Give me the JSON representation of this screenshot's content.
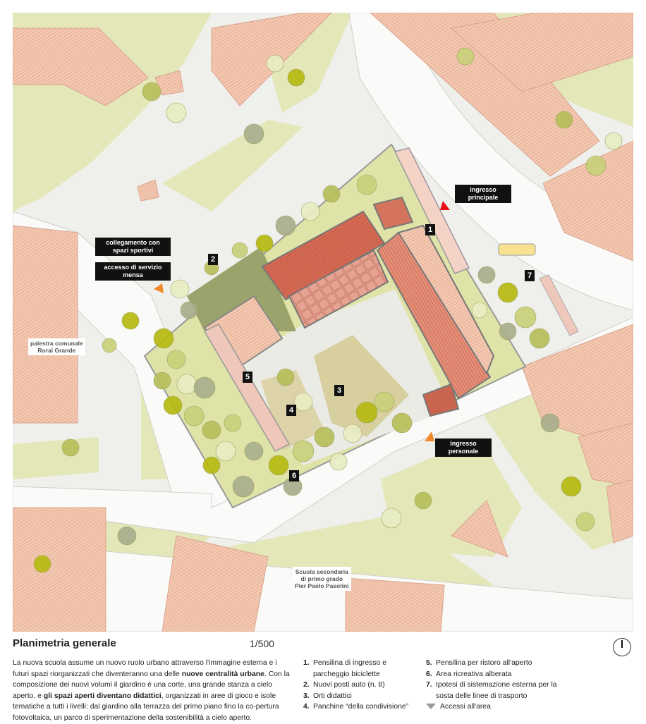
{
  "map": {
    "labels": {
      "ingresso_principale": [
        "ingresso",
        "principale"
      ],
      "collegamento": [
        "collegamento con",
        "spazi sportivi"
      ],
      "accesso_servizio": [
        "accesso di servizio",
        "mensa"
      ],
      "ingresso_personale": [
        "ingresso",
        "personale"
      ],
      "palestra": [
        "palestra comunale",
        "Rorai Grande"
      ],
      "scuola": [
        "Scuola secondaria",
        "di primo grado",
        "Pier Paolo Pasolini"
      ]
    },
    "markers": [
      "1",
      "2",
      "3",
      "4",
      "5",
      "6",
      "7"
    ],
    "colors": {
      "roof": "#d9735c",
      "roof_light": "#e8a898",
      "green": "#dfe3a8",
      "tree": "#c9d17a",
      "access": "#f08a2a",
      "entry": "#e8101a"
    }
  },
  "legend": {
    "title": "Planimetria generale",
    "scale": "1/500",
    "paragraph": [
      {
        "t": "La nuova scuola assume un nuovo ruolo urbano attraverso l'immagine esterna e i futuri spazi riorganizzati che diventeranno una delle ",
        "b": false
      },
      {
        "t": "nuove centralità urbane",
        "b": true
      },
      {
        "t": ". Con la composizione dei nuovi volumi il giardino è una corte, una grande stanza a cielo aperto, e ",
        "b": false
      },
      {
        "t": "gli spazi aperti diventano didattici",
        "b": true
      },
      {
        "t": ", organizzati in aree di gioco e isole tematiche a tutti i livelli: dal giardino alla terrazza del primo piano fino la co-pertura fotovoltaica, un parco di sperimentazione della sostenibilità a cielo aperto.",
        "b": false
      }
    ],
    "items": [
      {
        "n": "1.",
        "t": "Pensilina di ingresso e parcheggio biciclette"
      },
      {
        "n": "2.",
        "t": "Nuovi posti auto (n. 8)"
      },
      {
        "n": "3.",
        "t": "Orti didattici"
      },
      {
        "n": "4.",
        "t": "Panchine “della condivisione”"
      },
      {
        "n": "5.",
        "t": "Pensilina per ristoro all'aperto"
      },
      {
        "n": "6.",
        "t": "Area ricreativa alberata"
      },
      {
        "n": "7.",
        "t": "Ipotesi di sistemazione esterna per la sosta delle linee di trasporto"
      }
    ],
    "access_label": "Accessi all'area"
  }
}
